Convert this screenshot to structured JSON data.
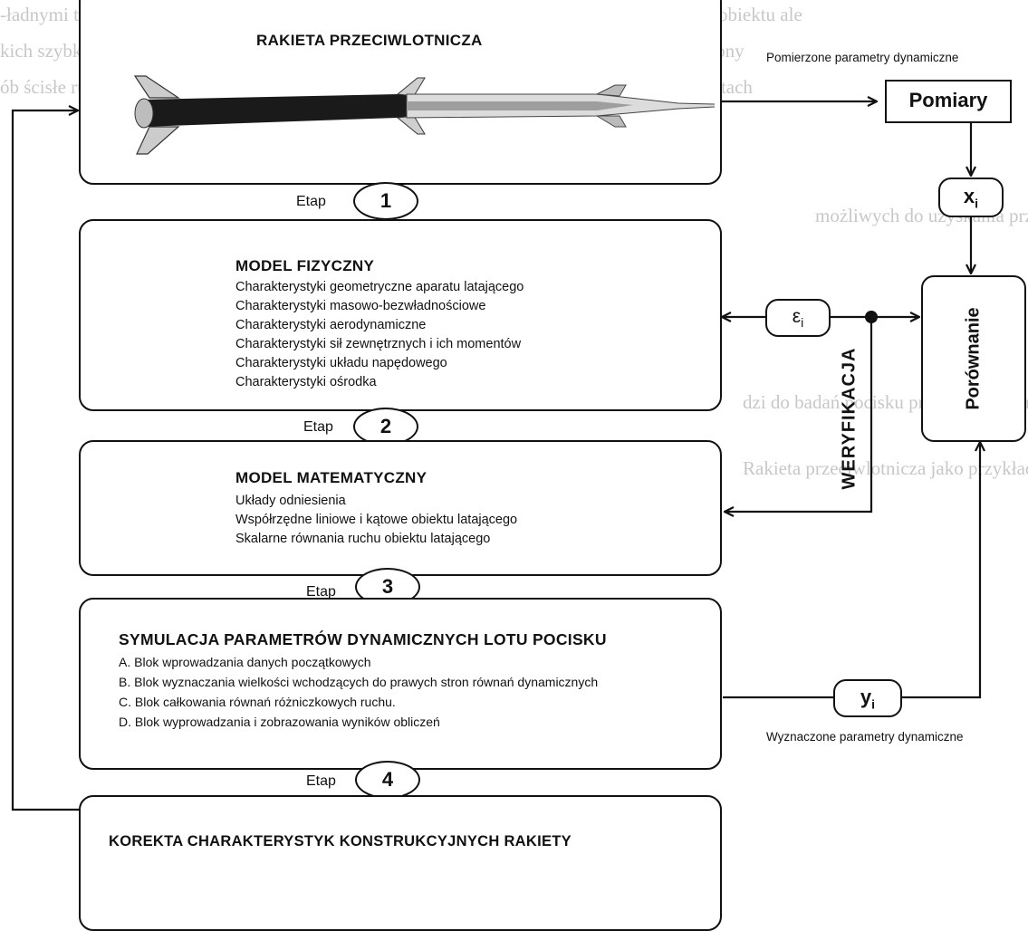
{
  "background_text": [
    "-ładnymi trzech osiowymi, ze szybkościami w zakresie od szeroko związanymi aż do obecnej obiektu ale",
    "kich szybkościach z rozróżnieniem na szybkości oblotu. Do przyjęcia przyjęto to pocisk dostępny",
    "ób ścisłe ruchu aparatu latającego na obiekt ścisły latające. Proces jest niezbędny w tych aspektach",
    "możliwych do uzyskania przy prawdopodobnych, na założenia obiektu ścisłego etapu",
    "dzi do badań pocisku prowadzonego nad obiektami latającymi na tym etapie",
    "Rakieta przeciwlotnicza jako przykładowy obiekt latający"
  ],
  "missile_box": {
    "title": "RAKIETA PRZECIWLOTNICZA"
  },
  "model_fizyczny": {
    "title": "MODEL FIZYCZNY",
    "lines": [
      "Charakterystyki geometryczne aparatu latającego",
      "Charakterystyki masowo-bezwładnościowe",
      "Charakterystyki aerodynamiczne",
      "Charakterystyki sił zewnętrznych i ich momentów",
      "Charakterystyki układu napędowego",
      "Charakterystyki ośrodka"
    ]
  },
  "model_matematyczny": {
    "title": "MODEL MATEMATYCZNY",
    "lines": [
      "Układy odniesienia",
      "Współrzędne liniowe i kątowe obiektu latającego",
      "Skalarne równania ruchu obiektu latającego"
    ]
  },
  "symulacja": {
    "title": "SYMULACJA PARAMETRÓW DYNAMICZNYCH LOTU POCISKU",
    "lines": [
      "A. Blok wprowadzania danych początkowych",
      "B. Blok wyznaczania wielkości wchodzących do prawych stron równań dynamicznych",
      "C. Blok całkowania równań różniczkowych ruchu.",
      "D. Blok wyprowadzania i zobrazowania wyników obliczeń"
    ]
  },
  "korekta": {
    "title": "KOREKTA CHARAKTERYSTYK KONSTRUKCYJNYCH RAKIETY"
  },
  "etapy": [
    {
      "label": "Etap",
      "number": "1"
    },
    {
      "label": "Etap",
      "number": "2"
    },
    {
      "label": "Etap",
      "number": "3"
    },
    {
      "label": "Etap",
      "number": "4"
    }
  ],
  "pomiary": {
    "label": "Pomiary"
  },
  "porownanie": {
    "label": "Porównanie"
  },
  "weryfikacja": {
    "label": "WERYFIKACJA"
  },
  "measured_label": "Pomierzone parametry dynamiczne",
  "computed_label": "Wyznaczone parametry dynamiczne",
  "symbols": {
    "x": {
      "base": "x",
      "sub": "i"
    },
    "y": {
      "base": "y",
      "sub": "i"
    },
    "eps": {
      "base": "ε",
      "sub": "i"
    }
  }
}
